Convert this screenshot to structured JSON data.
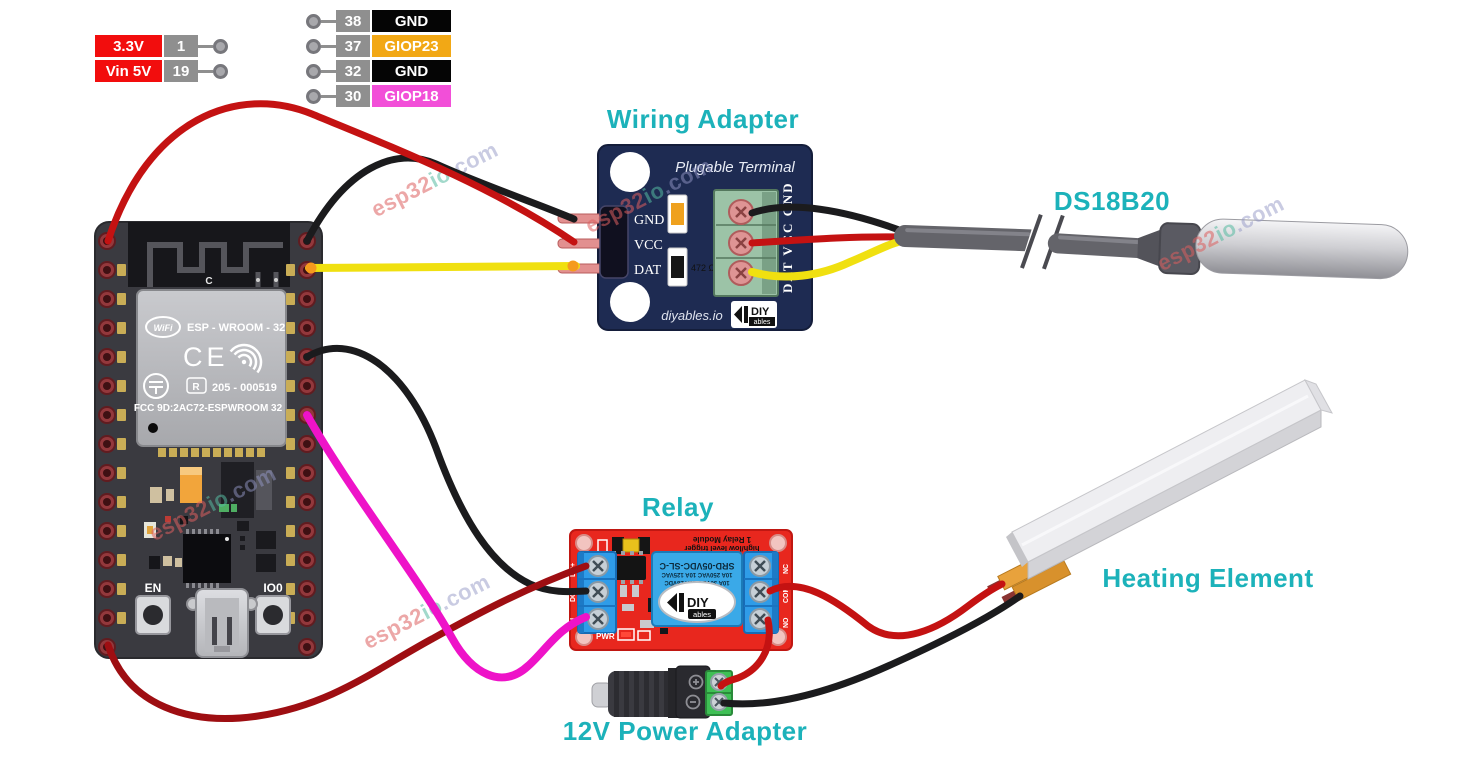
{
  "colors": {
    "accent_teal": "#1cb2ba",
    "wire_red": "#c41212",
    "wire_dark_red": "#9e0e12",
    "wire_black": "#1b1b1d",
    "wire_yellow": "#f0e010",
    "wire_magenta": "#ee13c8",
    "pin_power_bg": "#f20d0d",
    "pin_number_bg": "#8f8f8f",
    "pin_gnd_bg": "#050505",
    "pin_giop23_bg": "#f2a815",
    "pin_giop18_bg": "#f24fd8",
    "adapter_pcb": "#1e2b52",
    "relay_pcb": "#e8271e"
  },
  "pin_labels": {
    "left": [
      {
        "name": "3.3V",
        "pin": "1"
      },
      {
        "name": "Vin 5V",
        "pin": "19"
      }
    ],
    "right": [
      {
        "pin": "38",
        "name": "GND"
      },
      {
        "pin": "37",
        "name": "GIOP23"
      },
      {
        "pin": "32",
        "name": "GND"
      },
      {
        "pin": "30",
        "name": "GIOP18"
      }
    ]
  },
  "titles": {
    "wiring_adapter": "Wiring Adapter",
    "sensor": "DS18B20",
    "relay": "Relay",
    "heating": "Heating Element",
    "power": "12V Power Adapter"
  },
  "esp32": {
    "wifi": "WiFi",
    "module": "ESP - WROOM - 32",
    "ce": "CE",
    "reg": "R",
    "cert": "205 - 000519",
    "fcc": "FCC 9D:2AC72-ESPWROOM 32",
    "antenna": "C",
    "btn_en": "EN",
    "btn_io0": "IO0"
  },
  "adapter": {
    "subtitle": "Plugable Terminal",
    "pins": [
      "GND",
      "VCC",
      "DAT"
    ],
    "terminal_side_label": "DAT  VCC  GND",
    "resistor": "472 Ω",
    "brand": "diyables.io",
    "logo_top": "DIY",
    "logo_bottom": "ables"
  },
  "relay": {
    "header1": "1 Relay Module",
    "header2": "high/low level trigger",
    "cube1": "SRD-05VDC-SL-C",
    "cube2": "10A 250VAC 10A 125VAC",
    "cube3": "10A 30VDC 10A 28VDC",
    "logo_top": "DIY",
    "logo_bottom": "ables",
    "left_terminals": [
      "DC+",
      "DC-",
      "IN"
    ],
    "right_terminals": [
      "NC",
      "COM",
      "NO"
    ],
    "pwr": "PWR"
  },
  "watermark": {
    "part1": "esp32",
    "part2": "io",
    "part3": ".com"
  },
  "connections": [
    {
      "from": "ESP32 3.3V (pin 1)",
      "to": "Wiring Adapter VCC",
      "color": "red"
    },
    {
      "from": "ESP32 GND (pin 38)",
      "to": "Wiring Adapter GND",
      "color": "black"
    },
    {
      "from": "ESP32 GIOP23 (pin 37)",
      "to": "Wiring Adapter DAT",
      "color": "yellow"
    },
    {
      "from": "ESP32 GND (pin 32)",
      "to": "Relay DC-",
      "color": "black"
    },
    {
      "from": "ESP32 GIOP18 (pin 30)",
      "to": "Relay IN",
      "color": "magenta"
    },
    {
      "from": "ESP32 Vin 5V (pin 19)",
      "to": "Relay DC+",
      "color": "red"
    },
    {
      "from": "Wiring Adapter terminal GND",
      "to": "DS18B20 black lead",
      "color": "black"
    },
    {
      "from": "Wiring Adapter terminal VCC",
      "to": "DS18B20 red lead",
      "color": "red"
    },
    {
      "from": "Wiring Adapter terminal DAT",
      "to": "DS18B20 yellow lead",
      "color": "yellow"
    },
    {
      "from": "Relay COM",
      "to": "Heating Element red lead",
      "color": "red"
    },
    {
      "from": "Relay NO",
      "to": "12V Power Adapter +",
      "color": "red"
    },
    {
      "from": "12V Power Adapter −",
      "to": "Heating Element black lead",
      "color": "black"
    }
  ]
}
